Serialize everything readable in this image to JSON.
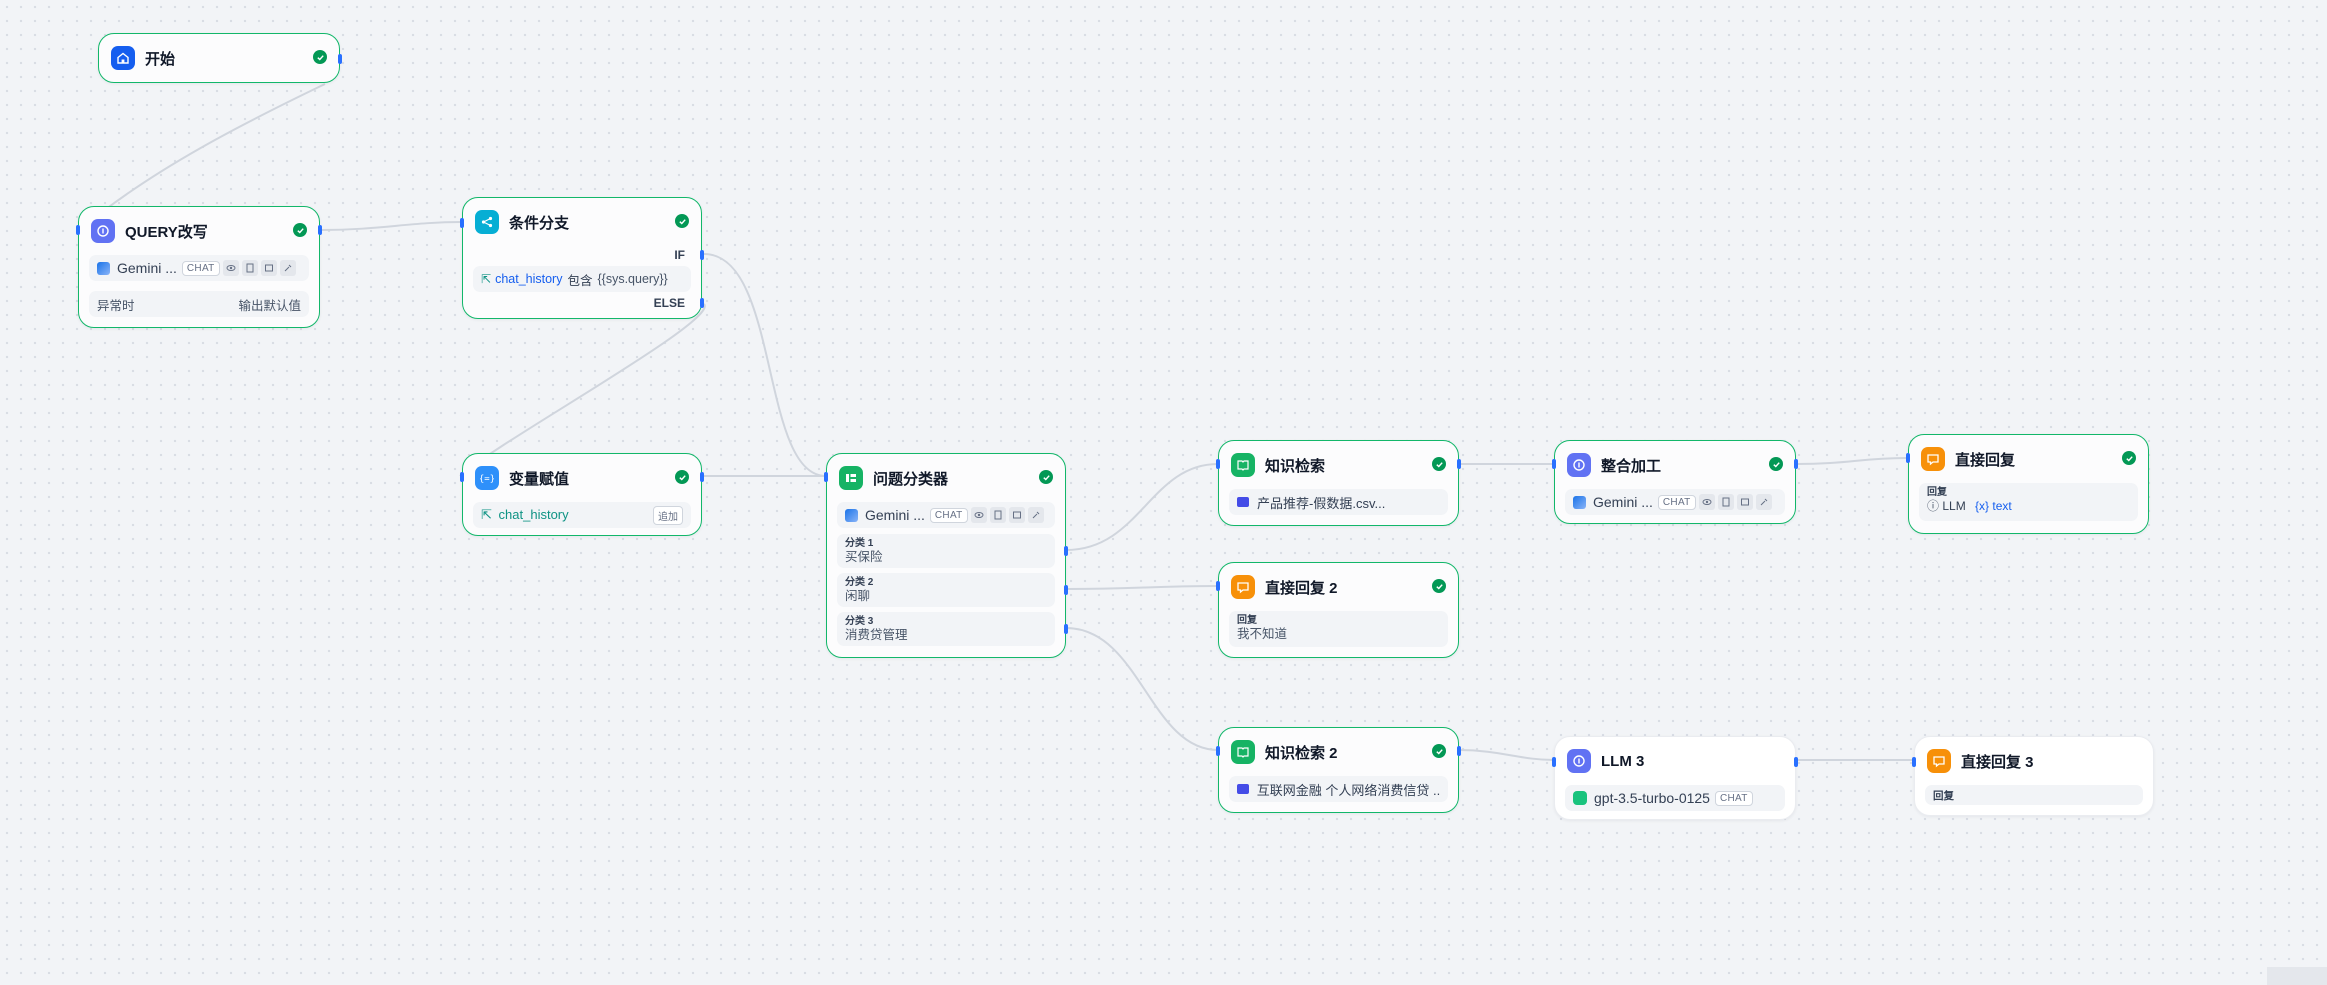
{
  "nodes": {
    "start": {
      "title": "开始"
    },
    "query_rewrite": {
      "title": "QUERY改写",
      "model": "Gemini ...",
      "model_tag": "CHAT",
      "error_label": "异常时",
      "error_value": "输出默认值"
    },
    "condition": {
      "title": "条件分支",
      "if_label": "IF",
      "else_label": "ELSE",
      "var": "chat_history",
      "op": "包含",
      "value": "{{sys.query}}"
    },
    "assign": {
      "title": "变量赋值",
      "var": "chat_history",
      "action": "追加"
    },
    "classifier": {
      "title": "问题分类器",
      "model": "Gemini ...",
      "model_tag": "CHAT",
      "classes": [
        {
          "key": "分类 1",
          "value": "买保险"
        },
        {
          "key": "分类 2",
          "value": "闲聊"
        },
        {
          "key": "分类 3",
          "value": "消费贷管理"
        }
      ]
    },
    "knowledge1": {
      "title": "知识检索",
      "dataset": "产品推荐-假数据.csv..."
    },
    "answer2": {
      "title": "直接回复 2",
      "label": "回复",
      "text": "我不知道"
    },
    "knowledge2": {
      "title": "知识检索 2",
      "dataset": "互联网金融 个人网络消费信贷 ..."
    },
    "integrate": {
      "title": "整合加工",
      "model": "Gemini ...",
      "model_tag": "CHAT"
    },
    "answer1": {
      "title": "直接回复",
      "label": "回复",
      "source": "LLM",
      "var": "{x} text"
    },
    "llm3": {
      "title": "LLM 3",
      "model": "gpt-3.5-turbo-0125",
      "model_tag": "CHAT"
    },
    "answer3": {
      "title": "直接回复 3",
      "label": "回复"
    }
  },
  "colors": {
    "success": "#12b76a",
    "edge": "#d0d5dd",
    "handle": "#2970ff",
    "accent_blue": "#155eef"
  },
  "icons": [
    "home-icon",
    "llm-icon",
    "branch-icon",
    "variable-icon",
    "classifier-icon",
    "knowledge-icon",
    "answer-icon",
    "folder-icon",
    "check-icon"
  ]
}
